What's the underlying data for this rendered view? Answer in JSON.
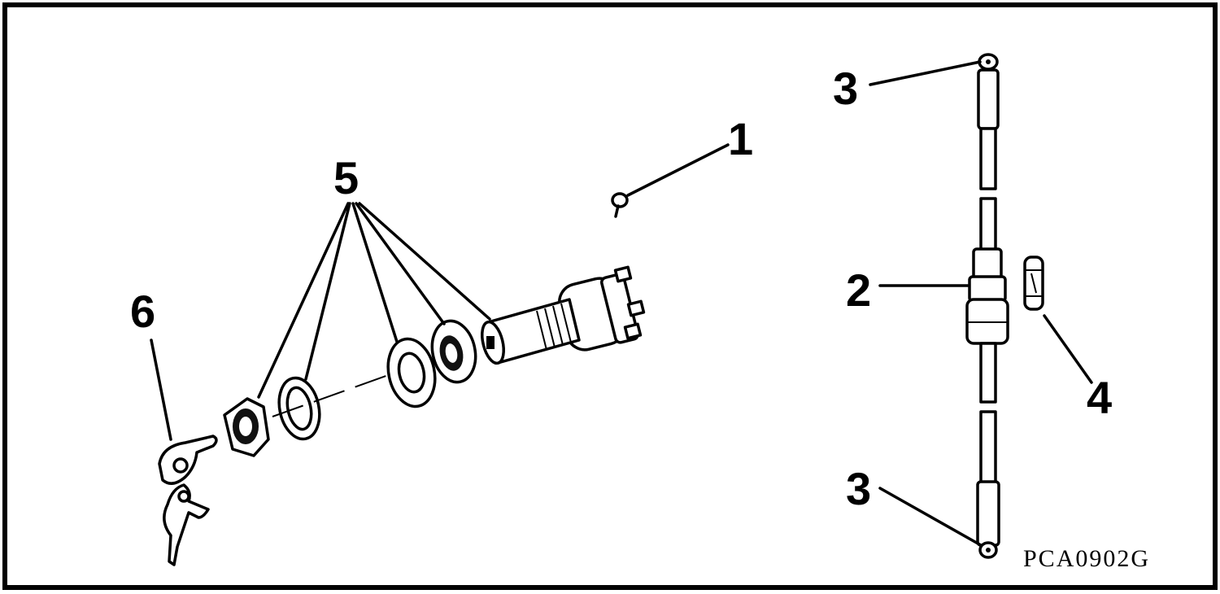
{
  "figure_code": "PCA0902G",
  "callouts": {
    "c1": "1",
    "c2": "2",
    "c3_top": "3",
    "c3_bottom": "3",
    "c4": "4",
    "c5": "5",
    "c6": "6"
  },
  "colors": {
    "ink": "#000000",
    "paper": "#ffffff"
  }
}
